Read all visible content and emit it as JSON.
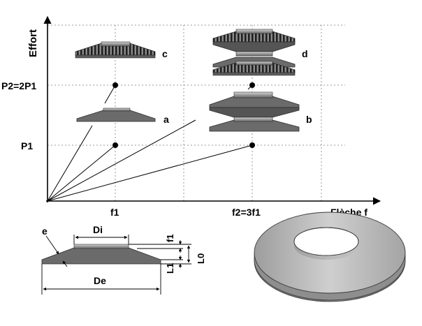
{
  "axes": {
    "y_label": "Effort",
    "x_label": "Flèche f",
    "y_ticks": [
      "P2=2P1",
      "P1"
    ],
    "x_ticks": [
      "f1",
      "f2=3f1"
    ]
  },
  "stack_labels": [
    "a",
    "b",
    "c",
    "d"
  ],
  "washer_dims": {
    "thickness": "e",
    "inner_diameter": "Di",
    "outer_diameter": "De",
    "deflection": "f1",
    "free_height": "L0",
    "compressed_height": "L1"
  },
  "colors": {
    "washer_fill": "#6b6b6b",
    "washer_top": "#b4b4b4",
    "washer_dark": "#3c3c3c",
    "grid": "#9a9a9a",
    "disc_3d": "#b9b9b9"
  },
  "icons": [
    "disc-spring-3d-icon"
  ]
}
